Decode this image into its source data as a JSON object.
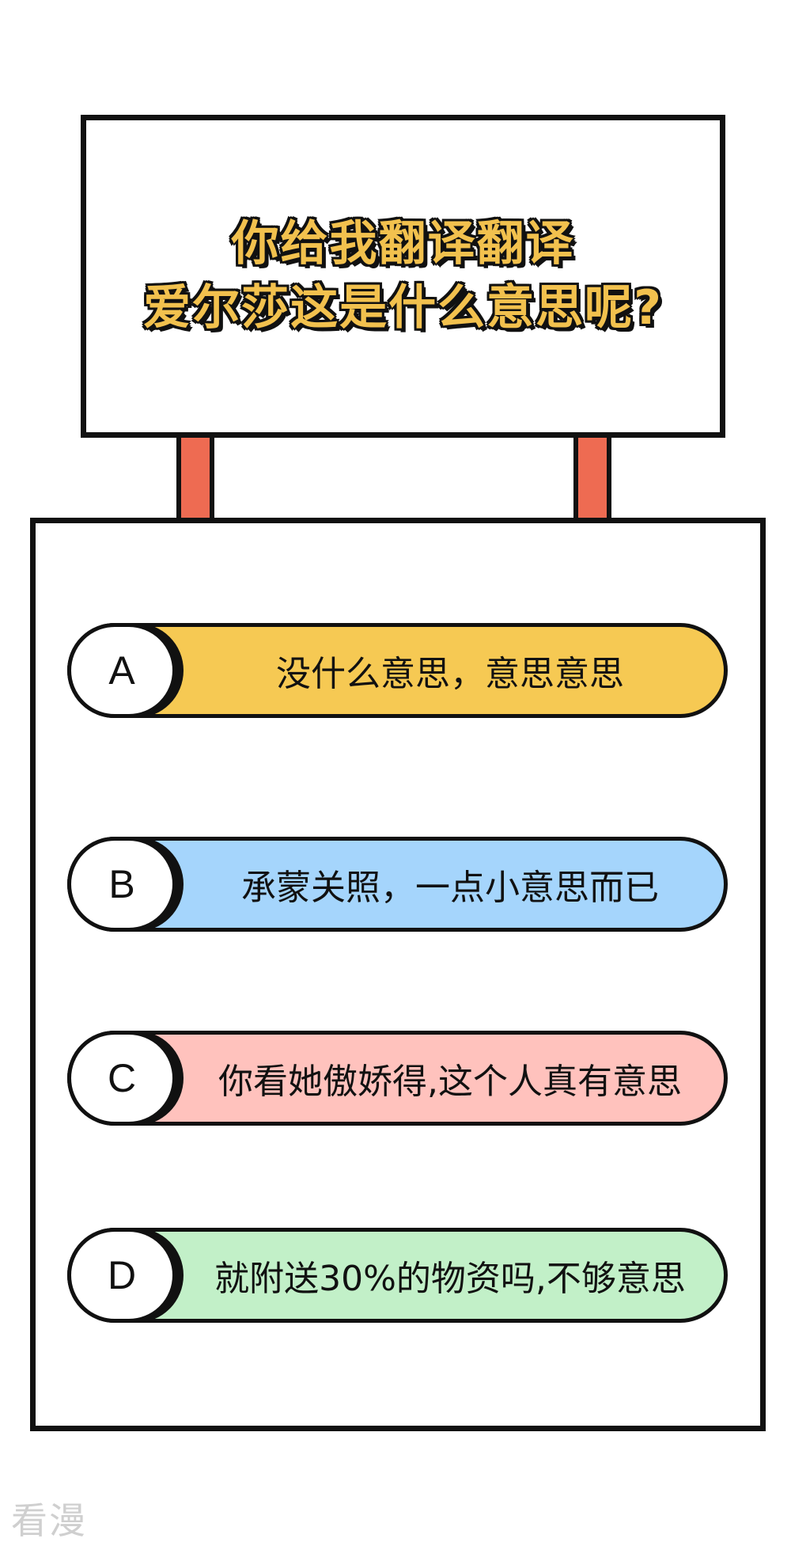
{
  "sign": {
    "title_line_1": "你给我翻译翻译",
    "title_line_2": "爱尔莎这是什么意思呢?"
  },
  "options": [
    {
      "letter": "A",
      "text": "没什么意思，意思意思",
      "color": "#f6c953"
    },
    {
      "letter": "B",
      "text": "承蒙关照，一点小意思而已",
      "color": "#a5d5fc"
    },
    {
      "letter": "C",
      "text": "你看她傲娇得,这个人真有意思",
      "color": "#ffc2bd"
    },
    {
      "letter": "D",
      "text": "就附送30%的物资吗,不够意思",
      "color": "#c2f0c8"
    }
  ],
  "watermark": "看漫",
  "colors": {
    "title_fill": "#f2c14e",
    "pole": "#ee6b52",
    "outline": "#111111"
  }
}
